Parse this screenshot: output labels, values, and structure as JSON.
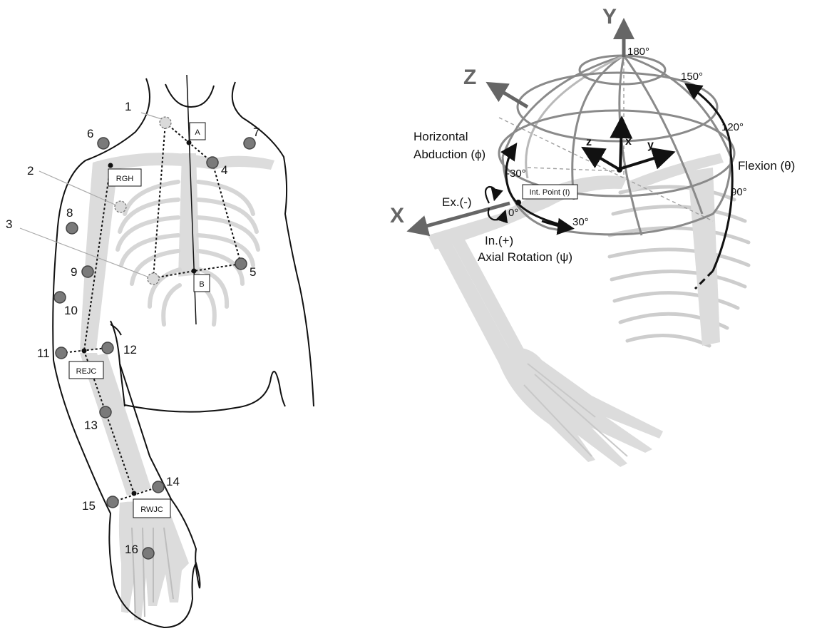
{
  "left_figure": {
    "marker_numbers": [
      "1",
      "2",
      "3",
      "4",
      "5",
      "6",
      "7",
      "8",
      "9",
      "10",
      "11",
      "12",
      "13",
      "14",
      "15",
      "16"
    ],
    "box_labels": {
      "a": "A",
      "b": "B",
      "rgh": "RGH",
      "rejc": "REJC",
      "rwjc": "RWJC"
    }
  },
  "right_figure": {
    "global_axes": {
      "x": "X",
      "y": "Y",
      "z": "Z"
    },
    "local_axes": {
      "x": "x",
      "y": "y",
      "z": "z"
    },
    "angles": {
      "a180": "180°",
      "a150": "150°",
      "a120": "120°",
      "a90": "90°",
      "a_neg30": "-30°",
      "a0": "0°",
      "a30": "30°"
    },
    "labels": {
      "horizontal_line1": "Horizontal",
      "horizontal_line2": "Abduction (ϕ)",
      "flexion": "Flexion (θ)",
      "ex": "Ex.(-)",
      "in": "In.(+)",
      "axial": "Axial Rotation (ψ)",
      "int_point": "Int. Point (I)"
    }
  }
}
